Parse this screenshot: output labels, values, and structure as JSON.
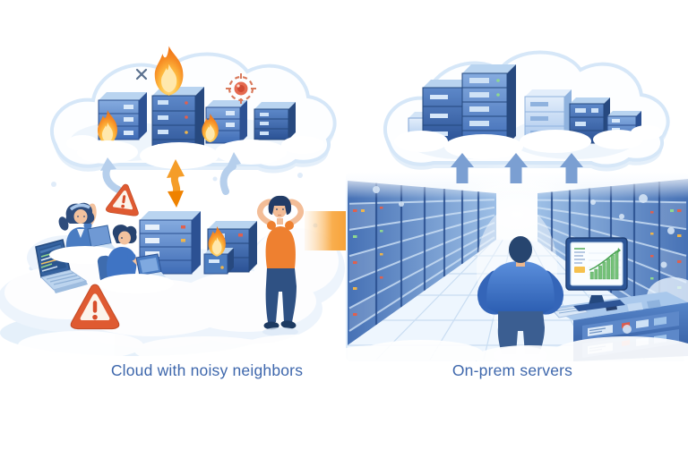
{
  "figure": {
    "type": "before-after-comparison-illustration",
    "left": {
      "caption": "Cloud with noisy neighbors",
      "icons": [
        "cloud-icon",
        "server-rack-icon",
        "fire-icon",
        "crosshair-target-icon",
        "warning-triangle-icon",
        "laptop-icon",
        "engineer-at-laptop",
        "frustrated-engineer",
        "up-down-arrow-icon"
      ]
    },
    "right": {
      "caption": "On-prem servers",
      "icons": [
        "cloud-icon",
        "server-tower-icon",
        "up-arrow-icon",
        "server-room-aisle",
        "admin-engineer",
        "monitoring-console",
        "growth-chart-icon"
      ]
    },
    "transition": {
      "icon": "migration-arrow-icon",
      "direction": "left-to-right"
    }
  },
  "monitor_chart": {
    "type": "bar",
    "values": [
      8,
      11,
      15,
      19,
      23,
      27,
      31
    ],
    "trend": "rising",
    "bar_color": "#74c178"
  },
  "colors": {
    "background": "#ffffff",
    "caption_text": "#3e67ac",
    "cloud_outline": "#d6e7f8",
    "server_blue": "#4a7cc2",
    "server_blue_dark": "#2d5496",
    "server_blue_light": "#b9d4f0",
    "alert_orange": "#df5a31",
    "flame_orange": "#f58220",
    "migration_arrow": "#ee8200",
    "chart_green": "#74c178"
  }
}
